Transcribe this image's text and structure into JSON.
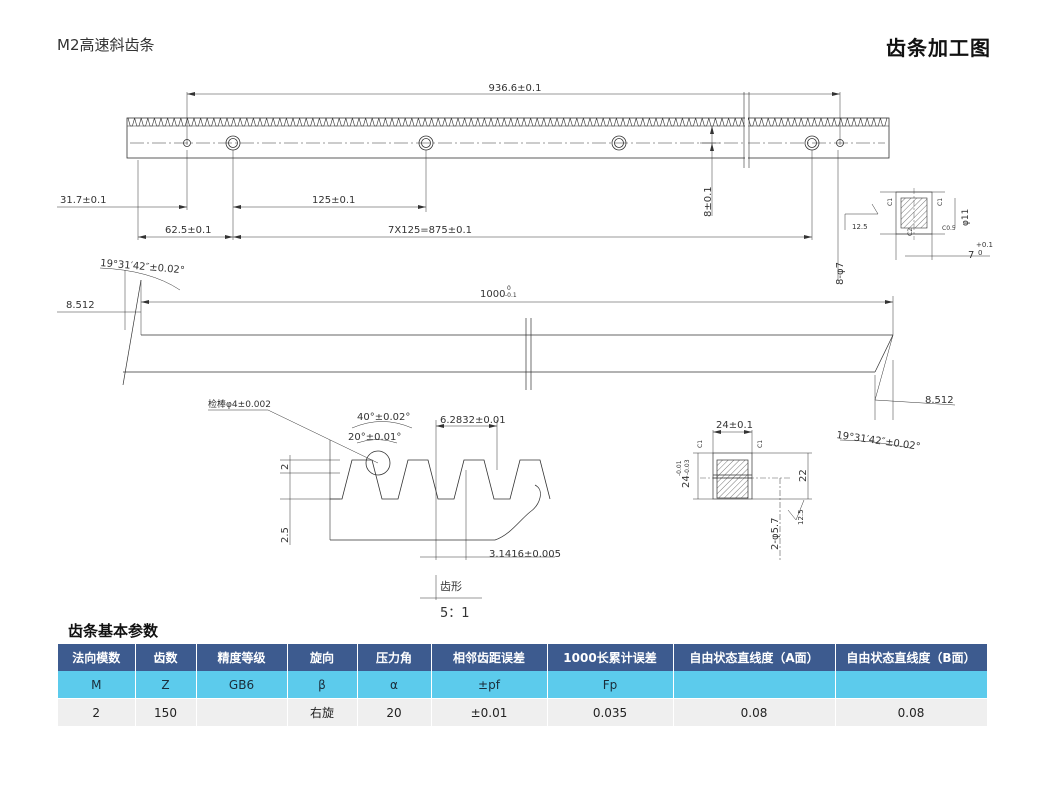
{
  "header": {
    "title": "M2高速斜齿条",
    "right_title": "齿条加工图"
  },
  "drawing": {
    "dims": {
      "overall_936": "936.6±0.1",
      "off_31_7": "31.7±0.1",
      "pitch_125": "125±0.1",
      "off_62_5": "62.5±0.1",
      "spacing_7x125": "7X125=875±0.1",
      "height_8": "8±0.1",
      "holes_8_phi7": "8-φ7",
      "angle_left": "19°31′42″±0.02°",
      "angle_right": "19°31′42″±0.02°",
      "chamfer_left": "8.512",
      "chamfer_right": "8.512",
      "length_1000": "1000",
      "length_1000_tol_upper": "0",
      "length_1000_tol_lower": "-0.1",
      "probe": "检棒φ4±0.002",
      "angle_40": "40°±0.02°",
      "angle_20": "20°±0.01°",
      "pitch_circ": "6.2832±0.01",
      "tooth_h_2": "2",
      "tooth_h_2_5": "2.5",
      "half_pitch": "3.1416±0.005",
      "tooth_form_label": "齿形",
      "scale": "5：1",
      "width_24": "24±0.1",
      "height_22": "22",
      "height_24": "24",
      "height_24_tol_upper": "-0.01",
      "height_24_tol_lower": "-0.03",
      "holes_2_phi5_7": "2-φ5.7",
      "rough_12_5_a": "12.5",
      "rough_12_5_b": "12.5",
      "cb_phi11": "φ11",
      "cb_depth_7": "7",
      "cb_depth_7_tol_upper": "+0.1",
      "cb_depth_7_tol_lower": "0",
      "c1_a": "C1",
      "c1_b": "C1",
      "c2": "C2",
      "c0_5": "C0.5",
      "c1_c": "C1",
      "c1_d": "C1"
    }
  },
  "params": {
    "title": "齿条基本参数",
    "headers": [
      "法向模数",
      "齿数",
      "精度等级",
      "旋向",
      "压力角",
      "相邻齿距误差",
      "1000长累计误差",
      "自由状态直线度（A面）",
      "自由状态直线度（B面）"
    ],
    "symbols": [
      "M",
      "Z",
      "GB6",
      "β",
      "α",
      "±pf",
      "Fp",
      "",
      ""
    ],
    "values": [
      "2",
      "150",
      "",
      "右旋",
      "20",
      "±0.01",
      "0.035",
      "0.08",
      "0.08"
    ]
  }
}
